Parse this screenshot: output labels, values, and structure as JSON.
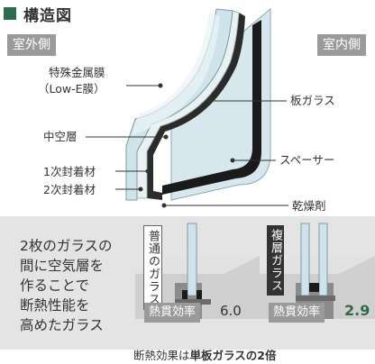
{
  "title": "構造図",
  "tags": {
    "outdoor": "室外側",
    "indoor": "室内側"
  },
  "labels": {
    "special_film_1": "特殊金属膜",
    "special_film_2": "（Low-E膜）",
    "hollow_layer": "中空層",
    "primary_seal": "1次封着材",
    "secondary_seal": "2次封着材",
    "glass_pane": "板ガラス",
    "spacer": "スペーサー",
    "desiccant": "乾燥剤"
  },
  "description_lines": [
    "2枚のガラスの",
    "間に空気層を",
    "作ることで",
    "断熱性能を",
    "高めたガラス"
  ],
  "comparison": {
    "single": {
      "tag": "普通のガラス",
      "perf_label": "熱貫効率",
      "perf_value": "6.0"
    },
    "double": {
      "tag": "複層ガラス",
      "perf_label": "熱貫効率",
      "perf_value": "2.9"
    }
  },
  "footnote": {
    "prefix": "断熱効果は",
    "bold": "単板ガラスの2倍"
  },
  "colors": {
    "accent": "#2e6b4a",
    "tag_gray": "#9a9a9a",
    "glass": "#cfe3ea",
    "dark_frame": "#1a1a1a"
  }
}
